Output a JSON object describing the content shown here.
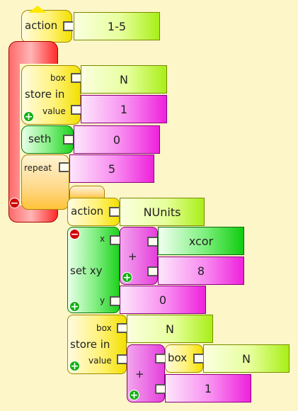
{
  "top_action": {
    "label": "action",
    "arg": "1-5"
  },
  "store1": {
    "label": "store in",
    "box_label": "box",
    "value_label": "value",
    "box_arg": "N",
    "value_arg": "1"
  },
  "seth": {
    "label": "seth",
    "arg": "0"
  },
  "repeat": {
    "label": "repeat",
    "arg": "5"
  },
  "action2": {
    "label": "action",
    "arg": "NUnits"
  },
  "setxy": {
    "label": "set xy",
    "x_label": "x",
    "y_label": "y",
    "plus": "+",
    "x_arg": "xcor",
    "x_add": "8",
    "y_arg": "0"
  },
  "store2": {
    "label": "store in",
    "box_label": "box",
    "value_label": "value",
    "box_arg": "N",
    "plus": "+",
    "box_block_label": "box",
    "box_block_arg": "N",
    "add_arg": "1"
  },
  "icons": {
    "plus": "+",
    "minus": "−"
  }
}
